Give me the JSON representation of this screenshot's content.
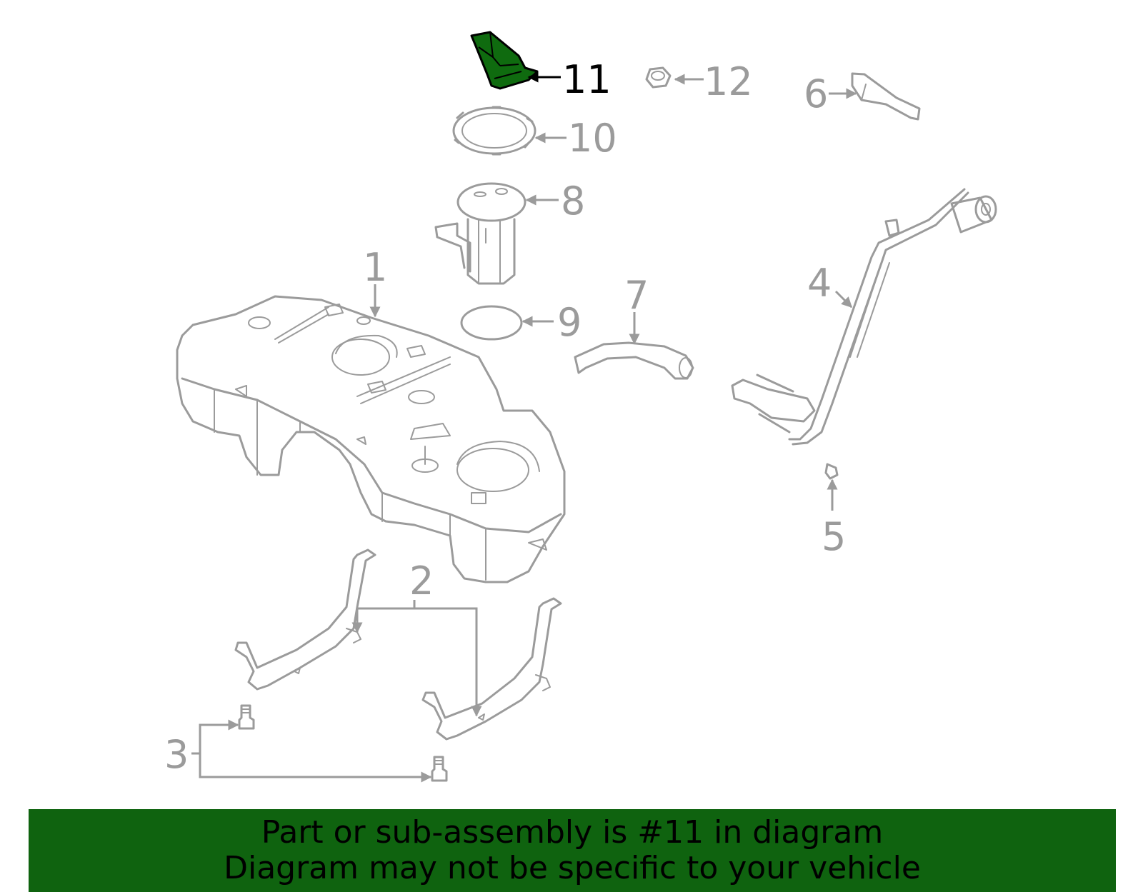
{
  "callouts": {
    "c1": "1",
    "c2": "2",
    "c3": "3",
    "c4": "4",
    "c5": "5",
    "c6": "6",
    "c7": "7",
    "c8": "8",
    "c9": "9",
    "c10": "10",
    "c11": "11",
    "c12": "12"
  },
  "highlighted_part": "11",
  "colors": {
    "part_stroke": "#9b9b9b",
    "highlight_fill": "#0f6b0f",
    "banner_background": "#0f630f",
    "banner_text": "#000000"
  },
  "banner": {
    "line1": "Part or sub-assembly is #11 in diagram",
    "line2": "Diagram may not be specific to your vehicle"
  }
}
